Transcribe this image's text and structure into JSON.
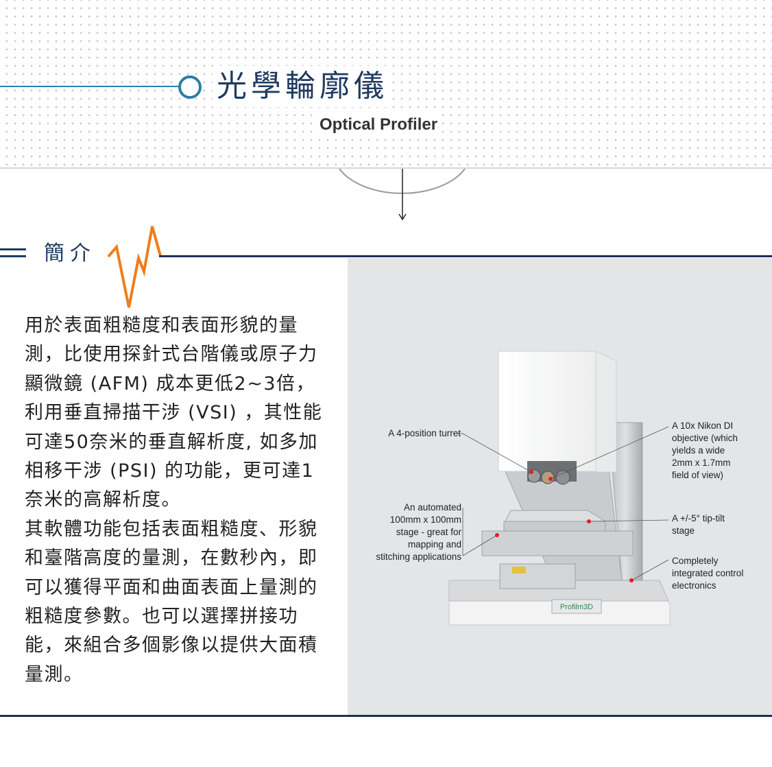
{
  "header": {
    "title_zh": "光學輪廓儀",
    "title_en": "Optical Profiler"
  },
  "section": {
    "title": "簡介"
  },
  "intro": {
    "paragraph1": "用於表面粗糙度和表面形貌的量測，比使用探針式台階儀或原子力顯微鏡 (AFM) 成本更低2~3倍，利用垂直掃描干涉 (VSI) ，其性能可達50奈米的垂直解析度, 如多加相移干涉 (PSI) 的功能，更可達1奈米的高解析度。",
    "paragraph2": "其軟體功能包括表面粗糙度、形貌和臺階高度的量測，在數秒內，即可以獲得平面和曲面表面上量測的粗糙度參數。也可以選擇拼接功能，來組合多個影像以提供大面積量測。"
  },
  "figure": {
    "callouts": {
      "turret": "A 4-position turret",
      "stage_line1": "An automated",
      "stage_line2": "100mm x 100mm",
      "stage_line3": "stage - great for",
      "stage_line4": "mapping and",
      "stage_line5": "stitching applications",
      "objective_line1": "A 10x Nikon DI",
      "objective_line2": "objective (which",
      "objective_line3": "yields a wide",
      "objective_line4": "2mm x 1.7mm",
      "objective_line5": "field of view)",
      "tilt_line1": "A +/-5° tip-tilt",
      "tilt_line2": "stage",
      "control_line1": "Completely",
      "control_line2": "integrated control",
      "control_line3": "electronics"
    },
    "brand_label": "Profilm3D"
  },
  "colors": {
    "navy": "#1e3a5f",
    "teal": "#2a7ea3",
    "orange": "#f07d1a",
    "figure_bg": "#e3e5e6",
    "callout_dot": "#e02020"
  }
}
